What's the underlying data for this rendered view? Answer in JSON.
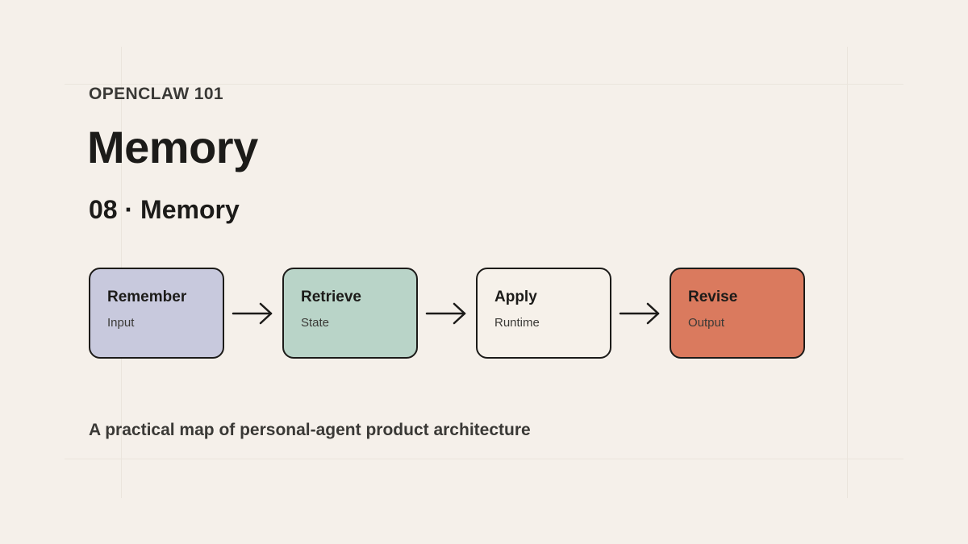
{
  "header": {
    "kicker": "OPENCLAW 101",
    "title": "Memory",
    "subtitle": "08 · Memory"
  },
  "flow": {
    "steps": [
      {
        "label": "Remember",
        "sub": "Input",
        "color": "#c8c9dd"
      },
      {
        "label": "Retrieve",
        "sub": "State",
        "color": "#b9d4c8"
      },
      {
        "label": "Apply",
        "sub": "Runtime",
        "color": "#f6f1ea"
      },
      {
        "label": "Revise",
        "sub": "Output",
        "color": "#da7a5e"
      }
    ]
  },
  "footer": {
    "tagline": "A practical map of personal-agent product architecture"
  }
}
